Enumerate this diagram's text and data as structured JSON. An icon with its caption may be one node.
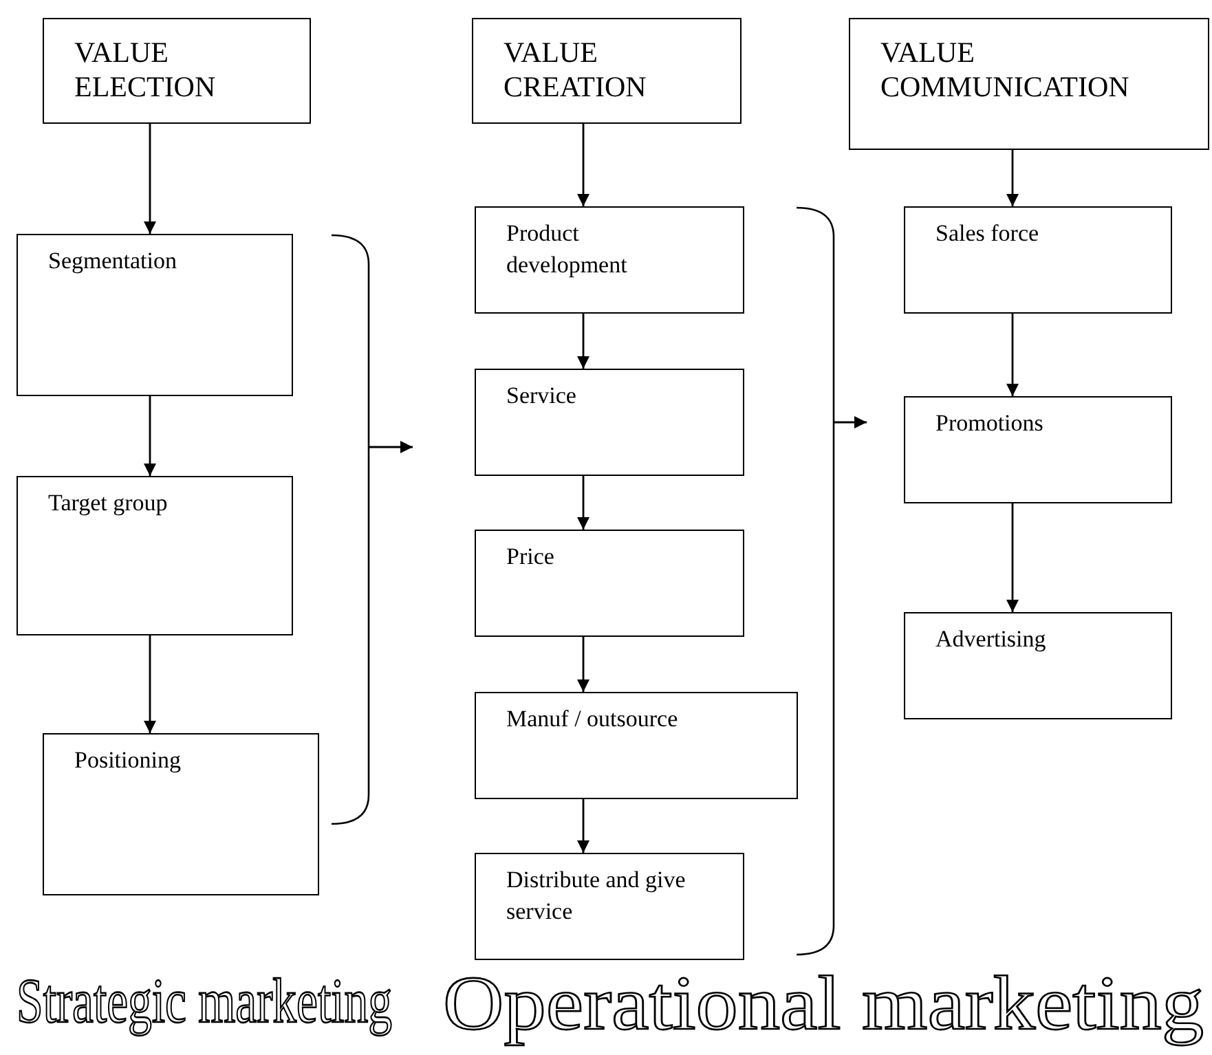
{
  "diagram": {
    "nodes": [
      {
        "text": [
          "VALUE ELECTION"
        ]
      },
      {
        "text": [
          "VALUE CREATION"
        ]
      },
      {
        "text": [
          "VALUE COMMUNICATION"
        ]
      },
      {
        "text": [
          "Segmentation"
        ]
      },
      {
        "text": [
          "Target group"
        ]
      },
      {
        "text": [
          "Positioning"
        ]
      },
      {
        "text": [
          "Product development"
        ]
      },
      {
        "text": [
          "Service"
        ]
      },
      {
        "text": [
          "Price"
        ]
      },
      {
        "text": [
          "Manuf / outsource"
        ]
      },
      {
        "text": [
          "Distribute and give service"
        ]
      },
      {
        "text": [
          "Sales force"
        ]
      },
      {
        "text": [
          "Promotions"
        ]
      },
      {
        "text": [
          "Advertising"
        ]
      },
      {
        "text": [],
        "shape": "bracket"
      },
      {
        "text": [],
        "shape": "bracket"
      }
    ],
    "edges": [
      {
        "from": 0,
        "to": 3,
        "arrow": "to"
      },
      {
        "from": 3,
        "to": 4,
        "arrow": "to"
      },
      {
        "from": 4,
        "to": 5,
        "arrow": "to"
      },
      {
        "from": 1,
        "to": 6,
        "arrow": "to"
      },
      {
        "from": 6,
        "to": 7,
        "arrow": "to"
      },
      {
        "from": 7,
        "to": 8,
        "arrow": "to"
      },
      {
        "from": 8,
        "to": 9,
        "arrow": "to"
      },
      {
        "from": 9,
        "to": 10,
        "arrow": "to"
      },
      {
        "from": 2,
        "to": 11,
        "arrow": "to"
      },
      {
        "from": 11,
        "to": 12,
        "arrow": "to"
      },
      {
        "from": 12,
        "to": 13,
        "arrow": "to"
      },
      {
        "from": 14,
        "to": null,
        "arrow": "to"
      },
      {
        "from": 15,
        "to": null,
        "arrow": "to"
      }
    ],
    "labels": [
      "Strategic marketing",
      "Operational marketing"
    ]
  }
}
